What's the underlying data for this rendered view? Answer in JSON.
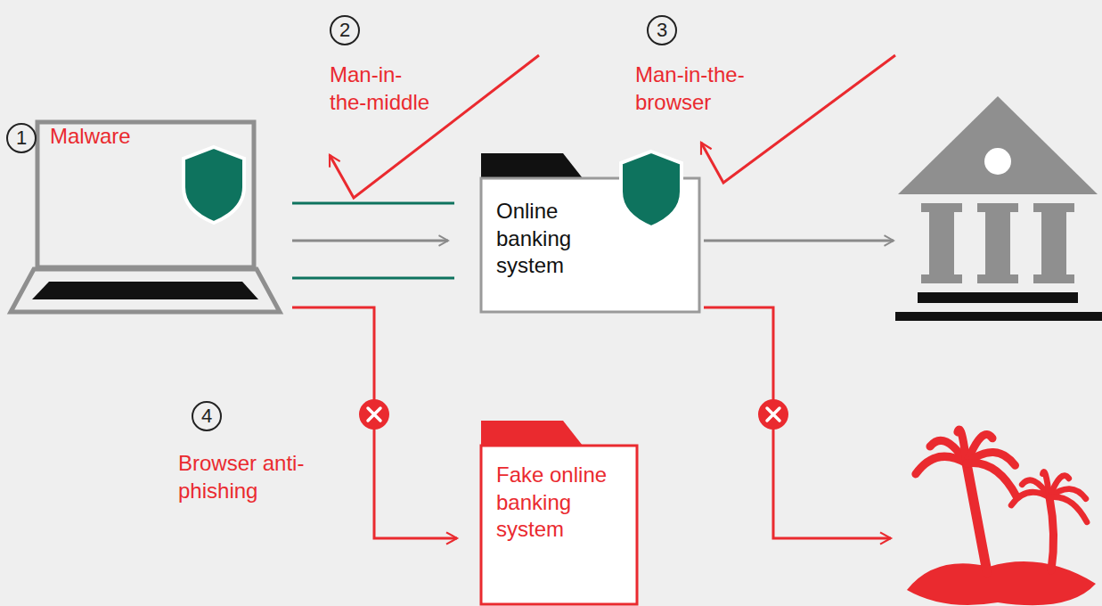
{
  "diagram": {
    "nodes": [
      {
        "text": [
          "Online banking system"
        ]
      },
      {
        "text": [
          "Fake online banking system"
        ]
      }
    ],
    "labels": [
      "1",
      "Malware",
      "2",
      "Man-in-the-middle",
      "3",
      "Man-in-the-browser",
      "4",
      "Browser anti-phishing"
    ]
  }
}
